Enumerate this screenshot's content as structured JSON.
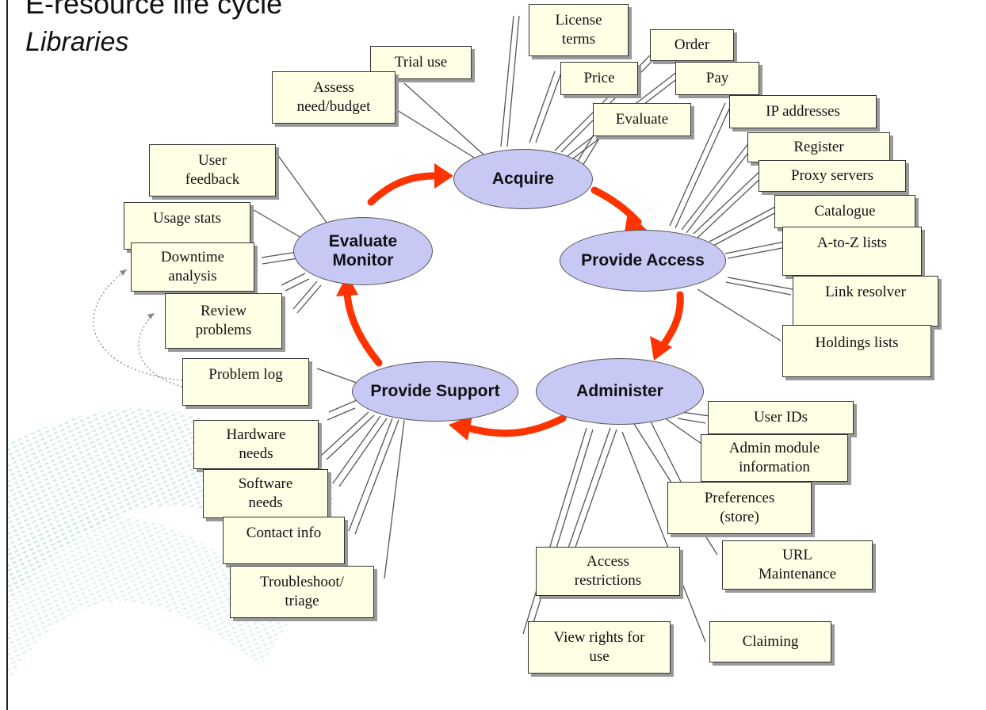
{
  "title": {
    "line1": "E-resource life cycle",
    "line2": "Libraries"
  },
  "stages": {
    "acquire": "Acquire",
    "provide_access": "Provide Access",
    "administer": "Administer",
    "provide_support": "Provide Support",
    "evaluate_monitor": "Evaluate\nMonitor"
  },
  "acquire_tasks": {
    "license_terms": "License\nterms",
    "trial_use": "Trial use",
    "assess_need": "Assess\nneed/budget",
    "price": "Price",
    "order": "Order",
    "pay": "Pay",
    "evaluate": "Evaluate"
  },
  "access_tasks": {
    "ip_addresses": "IP addresses",
    "register": "Register",
    "proxy_servers": "Proxy servers",
    "catalogue": "Catalogue",
    "a_to_z": "A-to-Z lists",
    "link_resolver": "Link resolver",
    "holdings_lists": "Holdings lists"
  },
  "admin_tasks": {
    "user_ids": "User IDs",
    "admin_module": "Admin module\ninformation",
    "preferences": "Preferences\n(store)",
    "url_maintenance": "URL\nMaintenance",
    "access_restrictions": "Access\nrestrictions",
    "view_rights": "View rights for\nuse",
    "claiming": "Claiming"
  },
  "support_tasks": {
    "problem_log": "Problem log",
    "hardware_needs": "Hardware\nneeds",
    "software_needs": "Software\nneeds",
    "contact_info": "Contact info",
    "troubleshoot": "Troubleshoot/\ntriage"
  },
  "evaluate_tasks": {
    "user_feedback": "User\nfeedback",
    "usage_stats": "Usage stats",
    "downtime": "Downtime\nanalysis",
    "review_problems": "Review\nproblems"
  },
  "colors": {
    "ellipse_fill": "#c8c8f5",
    "box_fill": "#ffffe6",
    "arrow": "#ff3300"
  }
}
